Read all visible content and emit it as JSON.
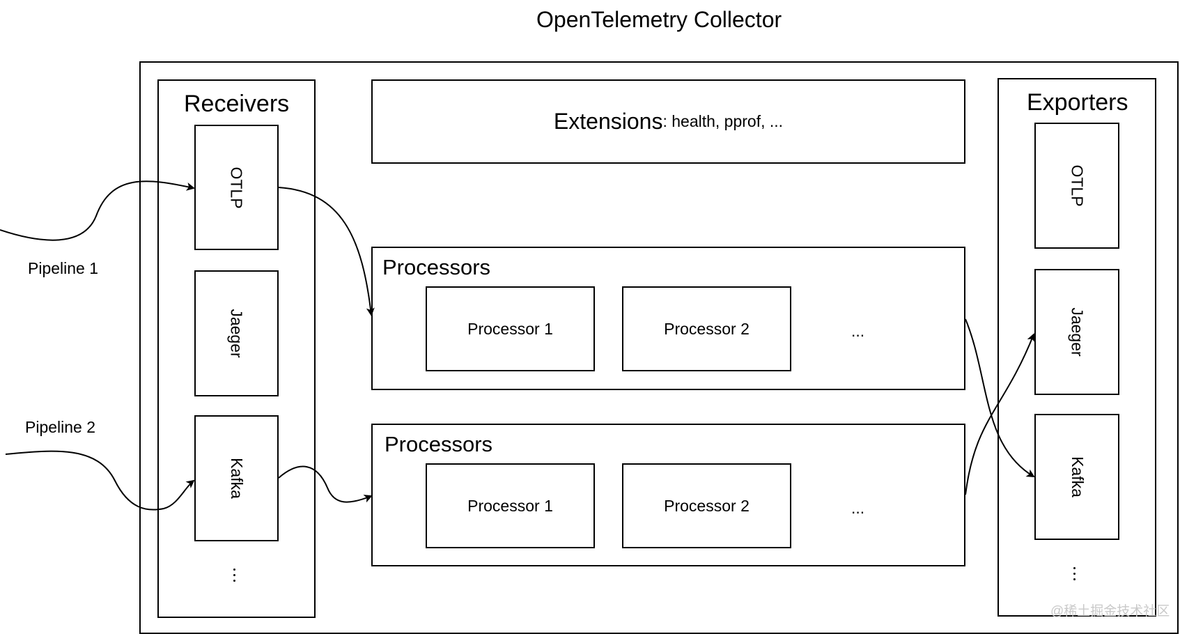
{
  "title": "OpenTelemetry Collector",
  "receivers": {
    "heading": "Receivers",
    "items": [
      "OTLP",
      "Jaeger",
      "Kafka"
    ],
    "more": "⋮"
  },
  "exporters": {
    "heading": "Exporters",
    "items": [
      "OTLP",
      "Jaeger",
      "Kafka"
    ],
    "more": "⋮"
  },
  "extensions": {
    "main": "Extensions",
    "sub": ": health, pprof, ..."
  },
  "processor_groups": [
    {
      "heading": "Processors",
      "items": [
        "Processor 1",
        "Processor 2"
      ],
      "more": "..."
    },
    {
      "heading": "Processors",
      "items": [
        "Processor 1",
        "Processor 2"
      ],
      "more": "..."
    }
  ],
  "pipelines": [
    "Pipeline 1",
    "Pipeline 2"
  ],
  "watermark": "@稀土掘金技术社区"
}
